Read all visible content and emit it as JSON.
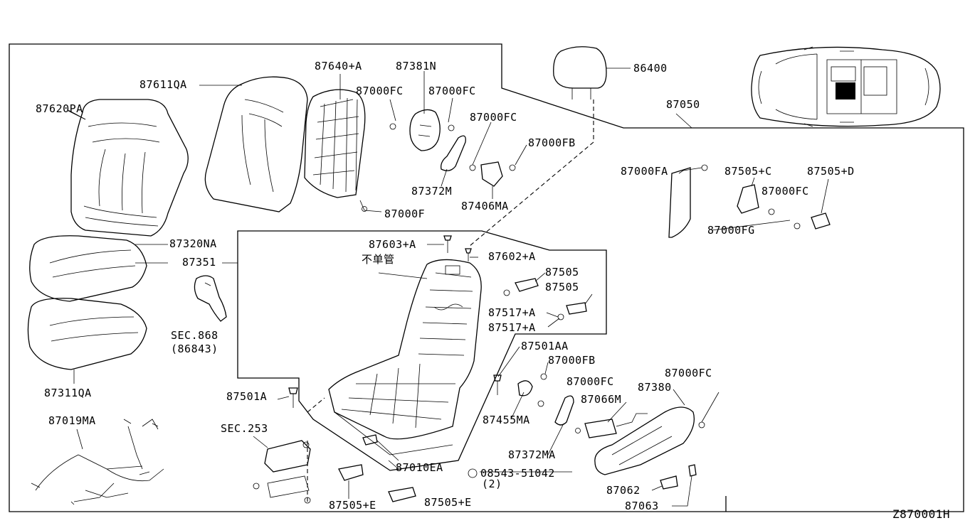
{
  "diagram_code": "Z870001H",
  "callouts": {
    "c87620PA": "87620PA",
    "c87611QA": "87611QA",
    "c87640A": "87640+A",
    "c87381N": "87381N",
    "c87000FC_1": "87000FC",
    "c87000FC_2": "87000FC",
    "c87000FC_3": "87000FC",
    "c87000FB_1": "87000FB",
    "c87372M": "87372M",
    "c87406MA": "87406MA",
    "c87000F": "87000F",
    "c86400": "86400",
    "c87050": "87050",
    "c87000FA": "87000FA",
    "c87505C": "87505+C",
    "c87505D": "87505+D",
    "c87000FC_4": "87000FC",
    "c87000FG": "87000FG",
    "c87320NA": "87320NA",
    "c87351": "87351",
    "c87603A": "87603+A",
    "c87602A": "87602+A",
    "c_fuzaikan": "不单管",
    "c87505_1": "87505",
    "c87505_2": "87505",
    "c87517A_1": "87517+A",
    "c87517A_2": "87517+A",
    "cSEC868": "SEC.868",
    "c86843": "(86843)",
    "c87311QA": "87311QA",
    "c87501AA": "87501AA",
    "c87000FB_2": "87000FB",
    "c87000FC_5": "87000FC",
    "c87000FC_6": "87000FC",
    "c87455MA": "87455MA",
    "c87066M": "87066M",
    "c87380": "87380",
    "c87501A": "87501A",
    "c87019MA": "87019MA",
    "cSEC253": "SEC.253",
    "c87372MA": "87372MA",
    "c87010EA": "87010EA",
    "c08543": "08543-51042",
    "cQty2": "(2)",
    "c87062": "87062",
    "c87063": "87063",
    "c87505E_1": "87505+E",
    "c87505E_2": "87505+E"
  }
}
